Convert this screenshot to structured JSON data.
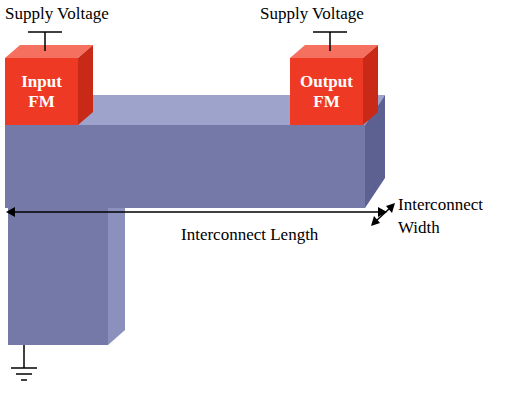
{
  "diagram": {
    "nodes": [
      {
        "text": [
          "Input FM"
        ]
      },
      {
        "text": [
          "Output FM"
        ]
      }
    ],
    "labels": [
      "Supply Voltage",
      "Supply Voltage",
      "Interconnect Length",
      "Interconnect Width"
    ]
  }
}
